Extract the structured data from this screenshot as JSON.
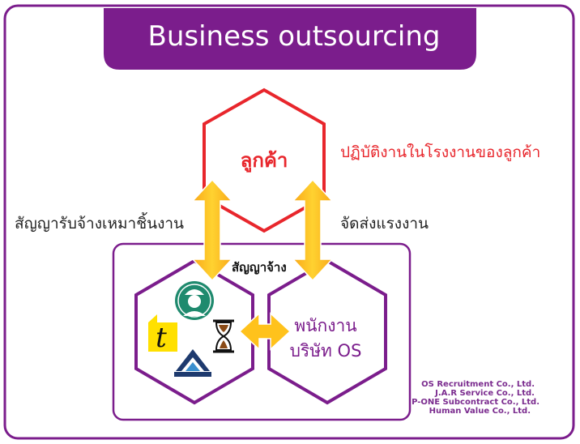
{
  "title": "Business outsourcing",
  "customer_hex": {
    "label": "ลูกค้า"
  },
  "employee_hex": {
    "line1": "พนักงาน",
    "line2": "บริษัท OS"
  },
  "labels": {
    "work_in_factory": "ปฏิบัติงานในโรงงานของลูกค้า",
    "piecework_contract": "สัญญารับจ้างเหมาชิ้นงาน",
    "dispatch_labor": "จัดส่งแรงงาน",
    "employment_contract": "สัญญาจ้าง"
  },
  "companies": [
    "OS Recruitment Co., Ltd.",
    "J.A.R Service Co., Ltd.",
    "P-ONE Subcontract Co., Ltd.",
    "Human Value Co., Ltd."
  ],
  "colors": {
    "purple": "#7b1d8c",
    "red": "#e8262c",
    "yellow": "#f7b617",
    "logo_green": "#1f8a6e",
    "logo_navy": "#1e3a6e"
  },
  "icons": [
    "worker-logo-icon",
    "t-logo-icon",
    "hourglass-icon",
    "mountain-logo-icon"
  ]
}
